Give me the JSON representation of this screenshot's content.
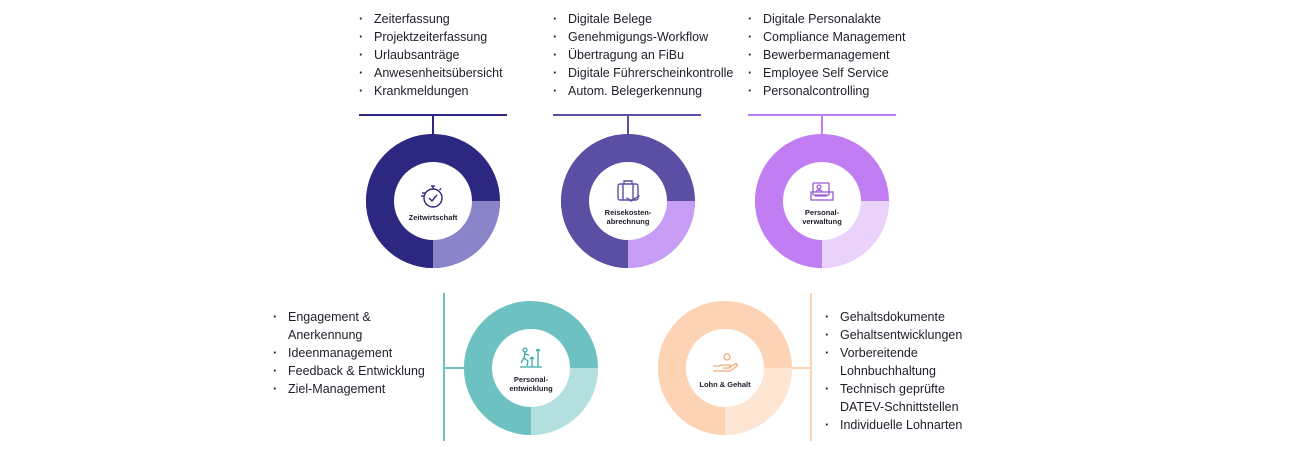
{
  "modules": [
    {
      "id": "zeitwirtschaft",
      "label_lines": [
        "Zeitwirtschaft"
      ],
      "icon": "stopwatch-icon",
      "colors": {
        "dark": "#2c2781",
        "light": "#8a84c8",
        "line": "#2c2781"
      },
      "bullets": [
        "Zeiterfassung",
        "Projektzeiterfassung",
        "Urlaubsanträge",
        "Anwesenheitsübersicht",
        "Krankmeldungen"
      ]
    },
    {
      "id": "reisekosten",
      "label_lines": [
        "Reisekosten-",
        "abrechnung"
      ],
      "icon": "suitcase-icon",
      "colors": {
        "dark": "#5b4fa3",
        "light": "#c79df5",
        "line": "#5b4fa3"
      },
      "bullets": [
        "Digitale Belege",
        "Genehmigungs-Workflow",
        "Übertragung an FiBu",
        "Digitale Führerscheinkontrolle",
        "Autom. Belegerkennung"
      ]
    },
    {
      "id": "personalverwaltung",
      "label_lines": [
        "Personal-",
        "verwaltung"
      ],
      "icon": "id-card-icon",
      "colors": {
        "dark": "#c17ef3",
        "light": "#ead2fb",
        "line": "#c17ef3"
      },
      "bullets": [
        "Digitale Personalakte",
        "Compliance Management",
        "Bewerbermanagement",
        "Employee Self Service",
        "Personalcontrolling"
      ]
    },
    {
      "id": "personalentwicklung",
      "label_lines": [
        "Personal-",
        "entwicklung"
      ],
      "icon": "climbing-person-icon",
      "colors": {
        "dark": "#6dc2c1",
        "light": "#b4dfdf",
        "line": "#6dc2c1"
      },
      "bullets": [
        {
          "lines": [
            "Engagement &",
            "Anerkennung"
          ]
        },
        {
          "lines": [
            "Ideenmanagement"
          ]
        },
        {
          "lines": [
            "Feedback & Entwicklung"
          ]
        },
        {
          "lines": [
            "Ziel-Management"
          ]
        }
      ]
    },
    {
      "id": "lohn",
      "label_lines": [
        "Lohn & Gehalt"
      ],
      "icon": "hand-coin-icon",
      "colors": {
        "dark": "#fcd3b5",
        "light": "#fde6d4",
        "line": "#fcd3b5"
      },
      "bullets": [
        {
          "lines": [
            "Gehaltsdokumente"
          ]
        },
        {
          "lines": [
            "Gehaltsentwicklungen"
          ]
        },
        {
          "lines": [
            "Vorbereitende",
            "Lohnbuchhaltung"
          ]
        },
        {
          "lines": [
            "Technisch geprüfte",
            "DATEV-Schnittstellen"
          ]
        },
        {
          "lines": [
            "Individuelle Lohnarten"
          ]
        }
      ]
    }
  ]
}
